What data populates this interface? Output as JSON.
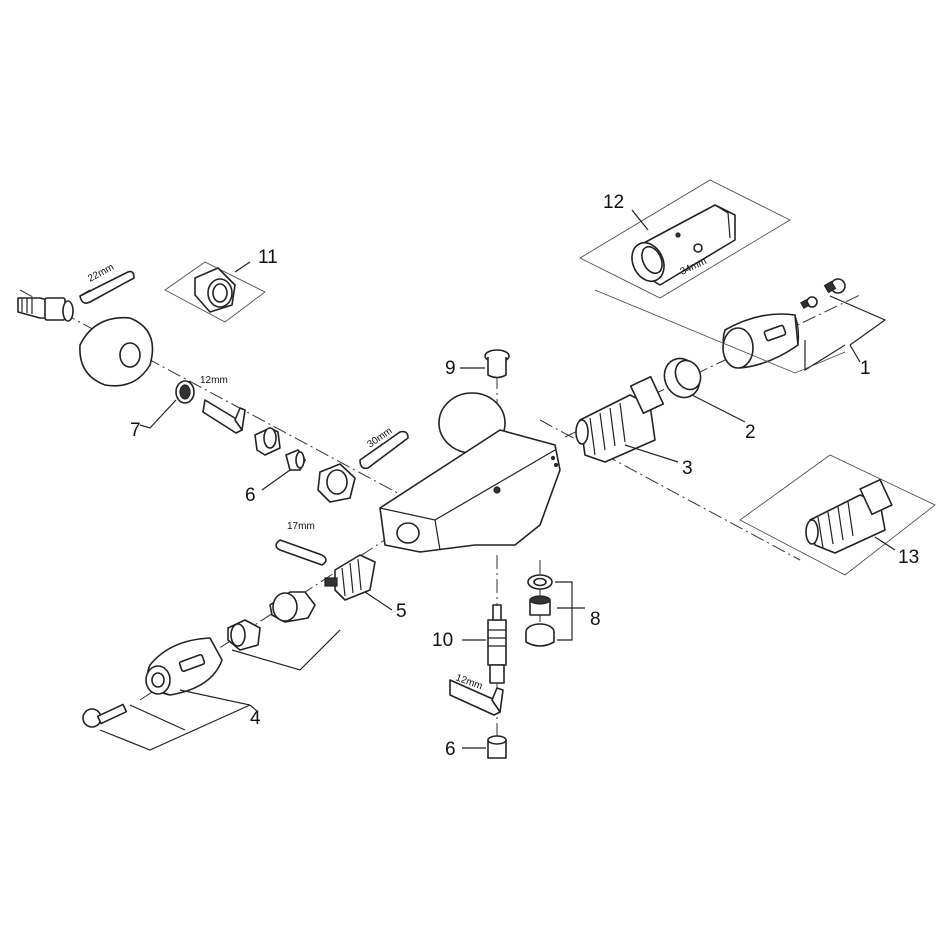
{
  "part_numbers": {
    "p1": "1",
    "p2": "2",
    "p3": "3",
    "p4": "4",
    "p5": "5",
    "p6a": "6",
    "p6b": "6",
    "p7": "7",
    "p8": "8",
    "p9": "9",
    "p10": "10",
    "p11": "11",
    "p12": "12",
    "p13": "13"
  },
  "tool_sizes": {
    "hex_22": "22mm",
    "hex_12_top": "12mm",
    "wrench_30": "30mm",
    "wrench_17": "17mm",
    "dim_34": "34mm",
    "hex_12_bottom": "12mm"
  }
}
